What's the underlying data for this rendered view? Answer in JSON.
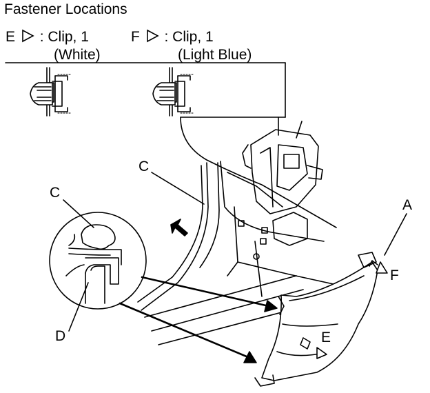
{
  "title": "Fastener Locations",
  "clips": [
    {
      "letter": "E",
      "text": ": Clip, 1",
      "color": "(White)"
    },
    {
      "letter": "F",
      "text": ": Clip, 1",
      "color": "(Light Blue)"
    }
  ],
  "callouts": {
    "a": "A",
    "c_top": "C",
    "c_detail": "C",
    "d": "D",
    "e": "E",
    "f": "F"
  }
}
